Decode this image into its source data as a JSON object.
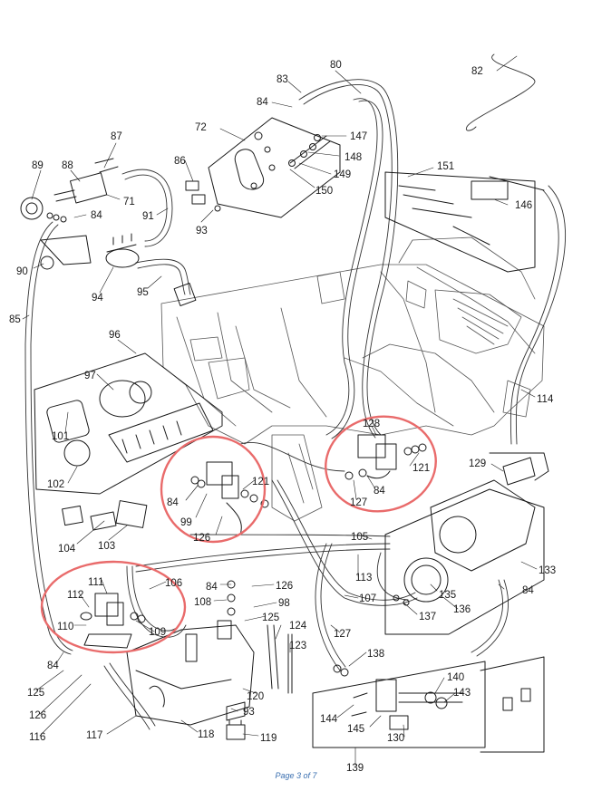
{
  "page_label": "Page 3 of 7",
  "highlight_color": "#e96b6b",
  "parts": [
    "80",
    "82",
    "83",
    "84",
    "85",
    "86",
    "87",
    "88",
    "89",
    "90",
    "91",
    "93",
    "94",
    "95",
    "96",
    "97",
    "98",
    "99",
    "101",
    "102",
    "103",
    "104",
    "105",
    "106",
    "107",
    "108",
    "109",
    "110",
    "111",
    "112",
    "113",
    "114",
    "116",
    "117",
    "118",
    "119",
    "120",
    "121",
    "123",
    "124",
    "125",
    "126",
    "127",
    "128",
    "129",
    "130",
    "133",
    "135",
    "136",
    "137",
    "138",
    "139",
    "140",
    "143",
    "144",
    "145",
    "146",
    "147",
    "148",
    "149",
    "150",
    "151",
    "72",
    "71"
  ],
  "labels": {
    "l80": "80",
    "l82": "82",
    "l83": "83",
    "l84a": "84",
    "l72": "72",
    "l147": "147",
    "l148": "148",
    "l149": "149",
    "l150": "150",
    "l87": "87",
    "l89": "89",
    "l88": "88",
    "l71": "71",
    "l84b": "84",
    "l86": "86",
    "l91": "91",
    "l93a": "93",
    "l90": "90",
    "l94": "94",
    "l95": "95",
    "l85": "85",
    "l151": "151",
    "l146": "146",
    "l96": "96",
    "l97": "97",
    "l101": "101",
    "l102": "102",
    "l104": "104",
    "l103": "103",
    "l114": "114",
    "l128": "128",
    "l121a": "121",
    "l84c": "84",
    "l127a": "127",
    "l129": "129",
    "l121b": "121",
    "l84d": "84",
    "l99": "99",
    "l126a": "126",
    "l105": "105",
    "l113": "113",
    "l133": "133",
    "l84e": "84",
    "l135": "135",
    "l136": "136",
    "l137": "137",
    "l111": "111",
    "l106": "106",
    "l84f": "84",
    "l126b": "126",
    "l112": "112",
    "l108": "108",
    "l98": "98",
    "l125a": "125",
    "l107": "107",
    "l110": "110",
    "l109": "109",
    "l124": "124",
    "l123": "123",
    "l127b": "127",
    "l138": "138",
    "l84g": "84",
    "l125b": "125",
    "l140": "140",
    "l143": "143",
    "l126c": "126",
    "l116": "116",
    "l117": "117",
    "l118": "118",
    "l93b": "93",
    "l120": "120",
    "l144": "144",
    "l145": "145",
    "l130": "130",
    "l119": "119",
    "l139": "139"
  }
}
